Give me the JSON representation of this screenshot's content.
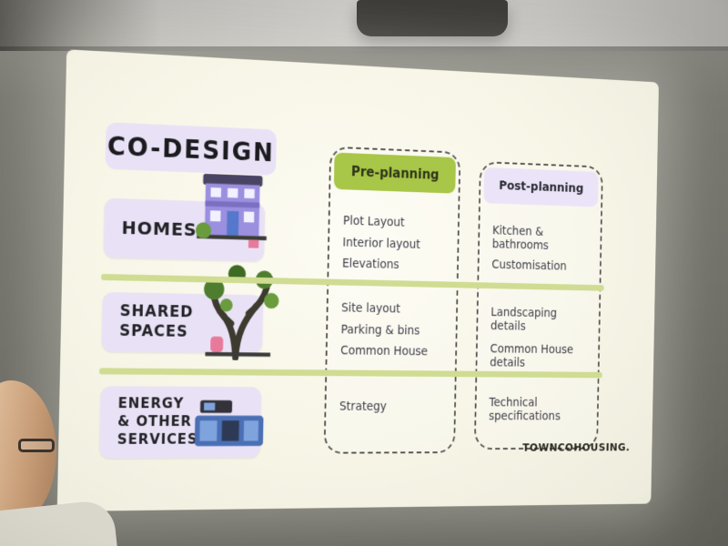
{
  "slide": {
    "title": "CO-DESIGN",
    "logo": "TOWNCOHOUSING.",
    "columns": [
      {
        "label": "Pre-planning"
      },
      {
        "label": "Post-planning"
      }
    ],
    "rows": [
      {
        "label": "HOMES",
        "pre": [
          "Plot Layout",
          "Interior layout",
          "Elevations"
        ],
        "post": [
          "Kitchen & bathrooms",
          "Customisation"
        ]
      },
      {
        "label": "SHARED\nSPACES",
        "pre": [
          "Site layout",
          "Parking & bins",
          "Common House"
        ],
        "post": [
          "Landscaping details",
          "Common House details"
        ]
      },
      {
        "label": "ENERGY\n& OTHER\nSERVICES",
        "pre": [
          "Strategy"
        ],
        "post": [
          "Technical specifications"
        ]
      }
    ]
  },
  "colors": {
    "accent_green": "#a8c647",
    "lavender": "#e9e2f6",
    "separator_green": "#cfdc92",
    "slide_background": "#f8f6e9",
    "wall": "#706f68"
  }
}
